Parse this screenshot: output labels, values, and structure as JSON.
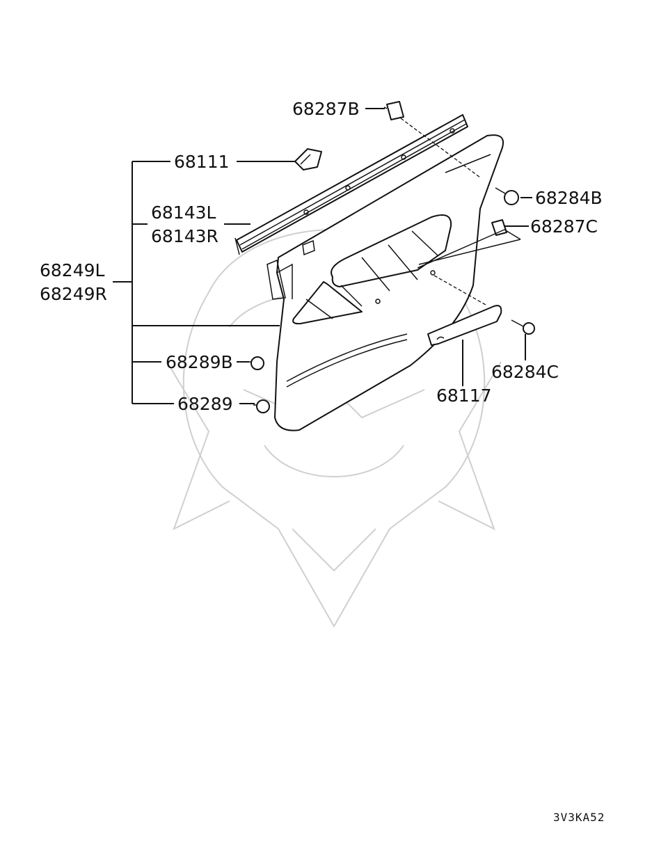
{
  "diagram": {
    "labels": {
      "p68287B": "68287B",
      "p68111": "68111",
      "p68284B": "68284B",
      "p68143L": "68143L",
      "p68143R": "68143R",
      "p68287C": "68287C",
      "p68249L": "68249L",
      "p68249R": "68249R",
      "p68289B": "68289B",
      "p68284C": "68284C",
      "p68117": "68117",
      "p68289": "68289"
    },
    "diagram_code": "3V3KA52"
  }
}
